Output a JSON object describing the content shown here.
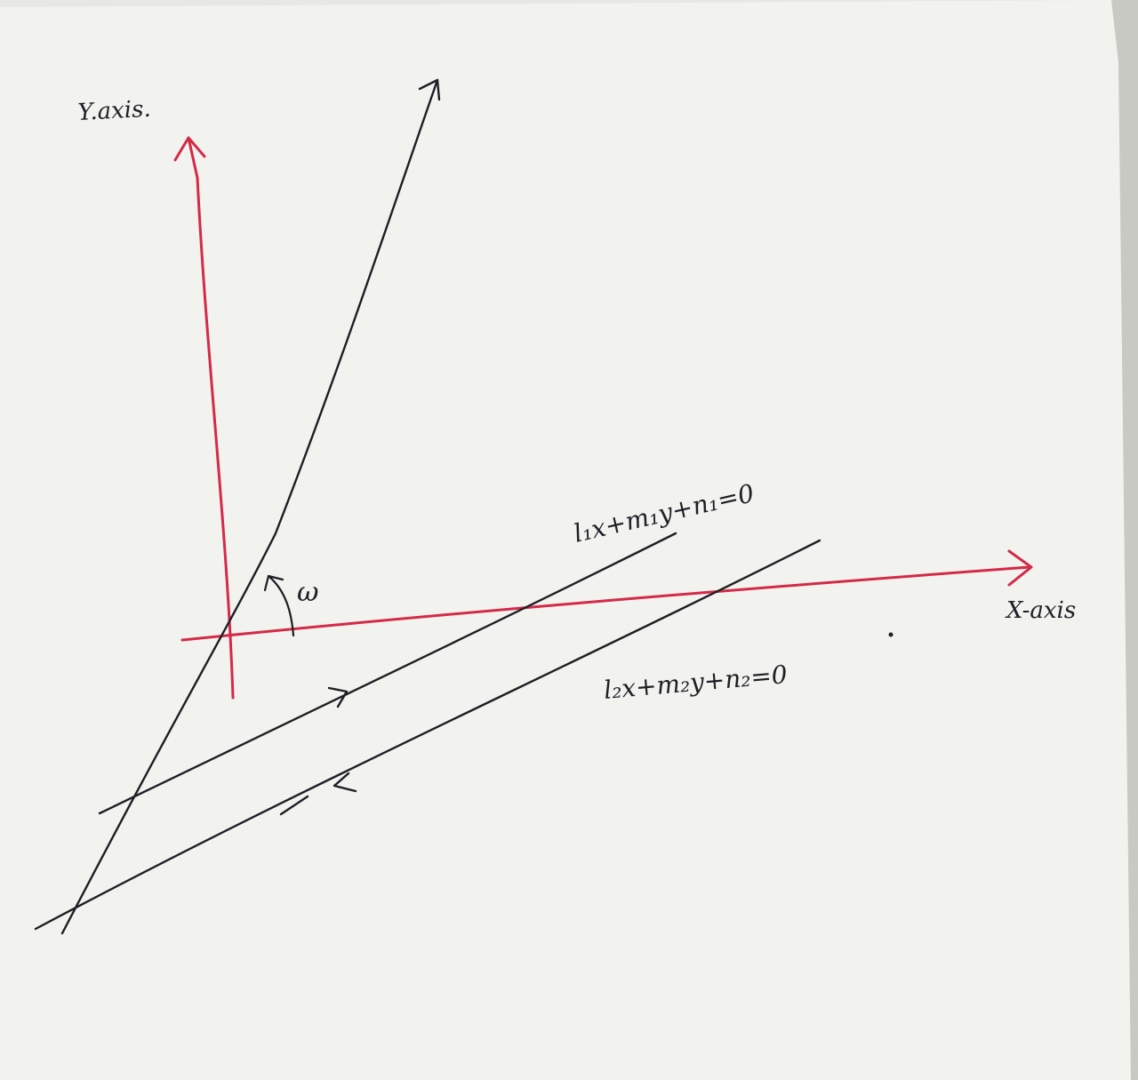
{
  "diagram": {
    "y_axis_label": "Y.axis.",
    "x_axis_label": "X-axis",
    "angle_symbol": "ω",
    "line1": {
      "equation": "l₁x+m₁y+n₁=0",
      "direction": "up-right arrow"
    },
    "line2": {
      "equation": "l₂x+m₂y+n₂=0",
      "direction": "down-left arrow"
    },
    "transversal": {
      "direction": "up-right arrow"
    }
  },
  "colors": {
    "axis": "#d42a47",
    "ink": "#1d1f24",
    "paper": "#f2f2ef"
  }
}
